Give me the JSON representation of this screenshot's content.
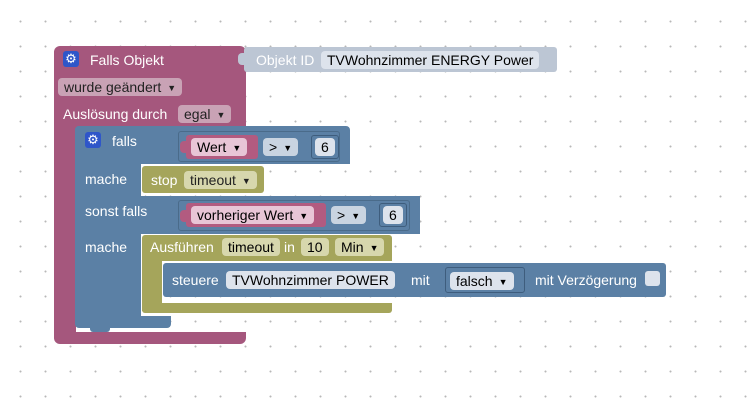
{
  "trigger": {
    "title": "Falls Objekt",
    "object_id_label": "Objekt ID",
    "object_id_value": "TVWohnzimmer ENERGY  Power",
    "change_option": "wurde geändert",
    "ausloesung_label": "Auslösung durch",
    "ausloesung_value": "egal"
  },
  "if_block": {
    "falls_label": "falls",
    "compare1": {
      "left": "Wert",
      "op": ">",
      "right": "6"
    },
    "mache1_label": "mache",
    "stop": {
      "label": "stop",
      "value": "timeout"
    },
    "sonst_label": "sonst falls",
    "compare2": {
      "left": "vorheriger Wert",
      "op": ">",
      "right": "6"
    },
    "mache2_label": "mache"
  },
  "timeout_block": {
    "label": "Ausführen",
    "name": "timeout",
    "in_label": "in",
    "delay": "10",
    "unit": "Min"
  },
  "control_block": {
    "label": "steuere",
    "target": "TVWohnzimmer POWER",
    "mit_label": "mit",
    "value": "falsch",
    "delay_label": "mit Verzögerung",
    "delay_checked": false
  },
  "colors": {
    "trigger": "#a5577d",
    "logic": "#5b80a5",
    "compare": "#b25b80",
    "timer": "#a5a55b",
    "id_block": "#bcc6d4",
    "gear": "#2f56c9"
  },
  "icons": [
    "gear-icon",
    "chevron-down-icon",
    "checkbox-icon"
  ]
}
